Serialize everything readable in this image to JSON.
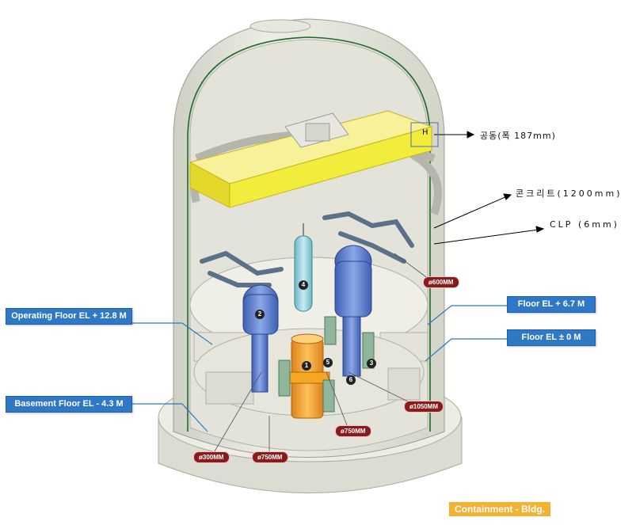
{
  "floor_labels": {
    "operating": "Operating Floor EL + 12.8 M",
    "basement": "Basement Floor EL - 4.3 M",
    "floor_67": "Floor EL + 6.7 M",
    "floor_0": "Floor EL ± 0 M"
  },
  "annotations": {
    "gap": "공동(폭 187mm)",
    "concrete": "콘크리트(1200mm)",
    "clp": "CLP (6mm)",
    "gap_marker": "H"
  },
  "pipe_sizes": {
    "d600": "ø600MM",
    "d1050": "ø1050MM",
    "d750_center": "ø750MM",
    "d300": "ø300MM",
    "d750_left": "ø750MM"
  },
  "component_numbers": [
    "1",
    "2",
    "3",
    "4",
    "5",
    "6"
  ],
  "footer": {
    "label": "Containment - Bldg."
  },
  "colors": {
    "callout_blue": "#2f78c6",
    "crane_yellow": "#f2ec3c",
    "vessel_orange": "#f5a623",
    "steam_generator_blue": "#5b7fd0",
    "pipe_badge_red": "#8b1a1a",
    "footer_orange": "#f2b233",
    "liner_green": "#1d6b2a"
  }
}
